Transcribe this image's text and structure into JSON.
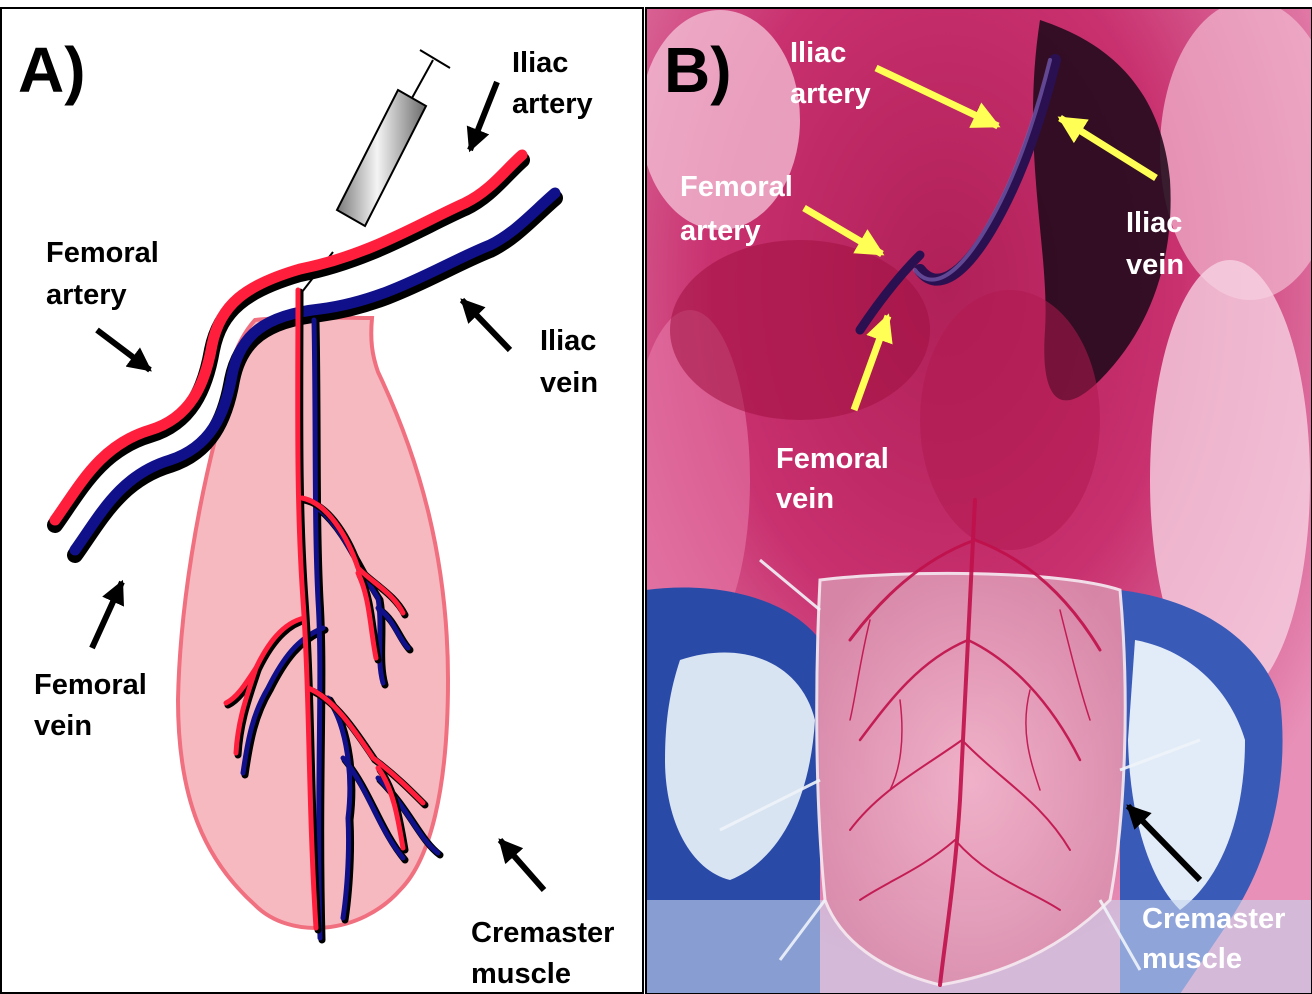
{
  "panel_a": {
    "letter": "A)",
    "labels": {
      "iliac_artery": [
        "Iliac",
        "artery"
      ],
      "femoral_artery": [
        "Femoral",
        "artery"
      ],
      "iliac_vein": [
        "Iliac",
        "vein"
      ],
      "femoral_vein": [
        "Femoral",
        "vein"
      ],
      "cremaster_muscle": [
        "Cremaster",
        "muscle"
      ]
    }
  },
  "panel_b": {
    "letter": "B)",
    "labels": {
      "iliac_artery": [
        "Iliac",
        "artery"
      ],
      "femoral_artery": [
        "Femoral",
        "artery"
      ],
      "iliac_vein": [
        "Iliac",
        "vein"
      ],
      "femoral_vein": [
        "Femoral",
        "vein"
      ],
      "cremaster_muscle": [
        "Cremaster",
        "muscle"
      ]
    }
  },
  "colors": {
    "artery": "#ff1f3c",
    "vein": "#10108a",
    "muscle_fill": "#f7b9c0",
    "muscle_outline": "#f07080",
    "yellow_arrow": "#ffff55"
  }
}
